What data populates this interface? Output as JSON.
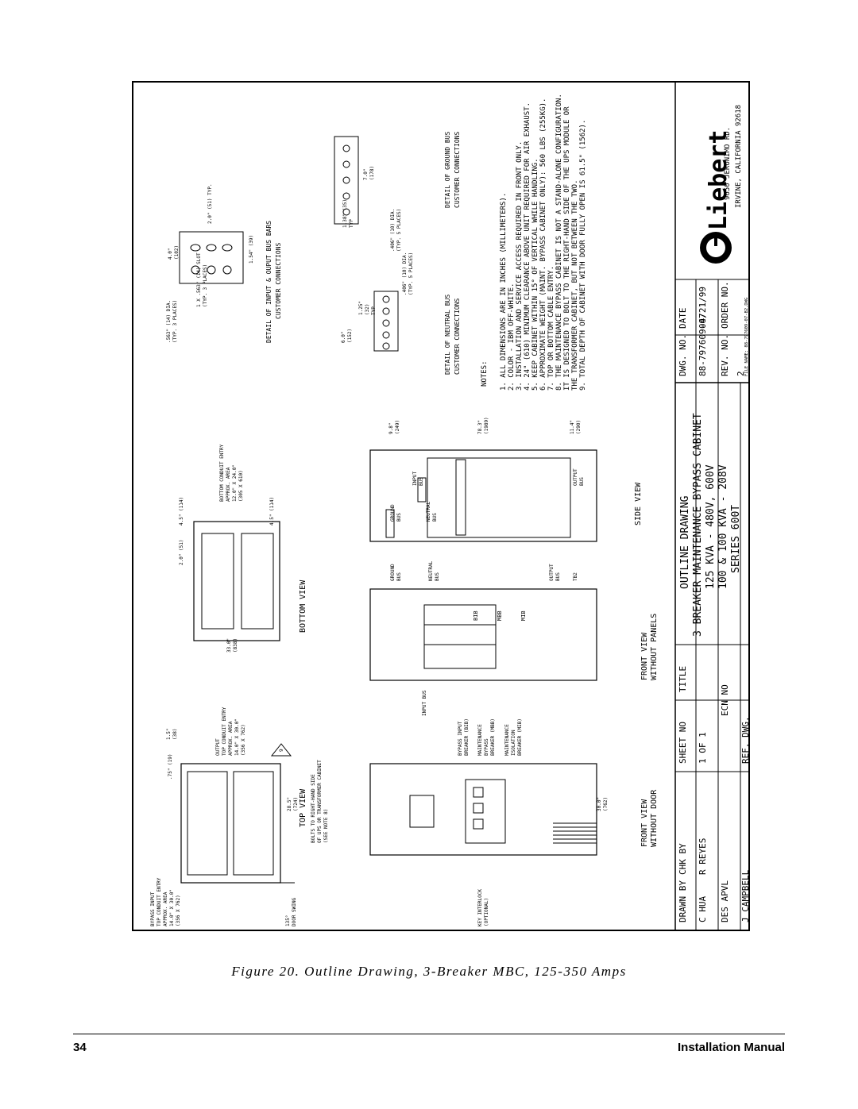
{
  "drawing": {
    "notes_heading": "NOTES:",
    "notes": [
      "1. ALL DIMENSIONS ARE IN INCHES (MILLIMETERS).",
      "2. COLOR - IBM OFF-WHITE.",
      "3. INSTALLATION AND SERVICE ACCESS REQUIRED IN FRONT ONLY.",
      "4. 24\" (610) MINIMUM CLEARANCE ABOVE UNIT REQUIRED FOR AIR EXHAUST.",
      "5. KEEP CABINET WITHIN 15° OF VERTICAL WHILE HANDLING.",
      "6. APPROXIMATE WEIGHT (MAINT. BYPASS CABINET ONLY): 560 LBS (255KG).",
      "7. TOP OR BOTTOM CABLE ENTRY.",
      "8. THE MAINTENANCE BYPASS CABINET IS NOT A STAND-ALONE CONFIGURATION.",
      "   IT IS DESIGNED TO BOLT TO THE RIGHT-HAND SIDE OF THE UPS MODULE OR",
      "   THE TRANSFORMER CABINET, BUT NOT BETWEEN THE TWO.",
      "9. TOTAL DEPTH OF CABINET WITH DOOR FULLY OPEN IS 61.5\" (1562)."
    ],
    "detail_input_output": {
      "title_1": "DETAIL OF INPUT & OUPUT BUS BARS",
      "title_2": "CUSTOMER CONNECTIONS",
      "dims": [
        ".563\" (14) DIA.",
        "(TYP. 3 PLACES)",
        "1 X .563\" (14) SLOT",
        "(TYP. 3 PLACES)",
        "4.0\"",
        "(102)",
        "2.0\" (51) TYP.",
        "1.54\" (39)"
      ]
    },
    "detail_neutral": {
      "title_1": "DETAIL OF NEUTRAL BUS",
      "title_2": "CUSTOMER CONNECTIONS",
      "dims": [
        "6.0\"",
        "(152)",
        "1.25\"",
        "(32)",
        "TYP",
        ".406\" (10) DIA.",
        "(TYP. 5 PLACES)"
      ]
    },
    "detail_ground": {
      "title_1": "DETAIL OF GROUND BUS",
      "title_2": "CUSTOMER CONNECTIONS",
      "dims": [
        "1.38\" (35)",
        "TYP",
        "7.0\"",
        "(178)",
        ".406\" (10) DIA.",
        "(TYP. 5 PLACES)"
      ]
    },
    "bottom_view": {
      "title": "BOTTOM VIEW",
      "labels": [
        "BOTTOM CONDUIT ENTRY",
        "APPROX. AREA",
        "12.0\" X 24.0\"",
        "(305 X 610)",
        "2.0\" (51)",
        "4.5\" (114)",
        "4.5\" (114)",
        "33.0\"",
        "(838)"
      ]
    },
    "top_view": {
      "title": "TOP VIEW",
      "labels": [
        "OUTPUT",
        "TOP CONDUIT ENTRY",
        "APPROX. AREA",
        "14.0\" X 30.0\"",
        "(356 X 762)",
        "1.5\"",
        "(38)",
        ".75\" (19)",
        "9",
        "28.5\"",
        "(724)",
        "BOLTS TO RIGHT-HAND SIDE",
        "OF UPS OR TRANSFORMER CABINET",
        "(SEE NOTE 8)",
        "BYPASS INPUT",
        "TOP CONDUIT ENTRY",
        "APPROX. AREA",
        "14.0\" X 30.0\"",
        "(356 X 762)",
        "135°",
        "DOOR SWING"
      ]
    },
    "side_view": {
      "title": "SIDE VIEW",
      "labels": [
        "9.8\"",
        "(249)",
        "78.3\"",
        "(1989)",
        "11.4\"",
        "(290)",
        "GROUND",
        "BUS",
        "INPUT",
        "BUS",
        "NEUTRAL",
        "BUS",
        "OUTPUT",
        "BUS"
      ]
    },
    "front_view_panels": {
      "title_1": "FRONT VIEW",
      "title_2": "WITHOUT PANELS",
      "labels": [
        "GROUND",
        "BUS",
        "NEUTRAL",
        "BUS",
        "OUTPUT",
        "BUS",
        "TB2",
        "BIB",
        "MBB",
        "MIB",
        "INPUT BUS"
      ]
    },
    "front_view_door": {
      "title_1": "FRONT VIEW",
      "title_2": "WITHOUT DOOR",
      "labels": [
        "BYPASS INPUT",
        "BREAKER (BIB)",
        "MAINTENANCE",
        "BYPASS",
        "BREAKER (MBB)",
        "MAINTENANCE",
        "ISOLATION",
        "BREAKER (MIB)",
        "30.0\"",
        "(762)",
        "KEY INTERLOCK",
        "(OPTIONAL)"
      ]
    },
    "title_block": {
      "drawn_by_label": "DRAWN BY",
      "drawn_by": "C HUA",
      "sheet_no_label": "SHEET NO",
      "sheet_no": "1 OF 1",
      "chk_by_label": "CHK BY",
      "chk_by": "R REYES",
      "ecn_no_label": "ECN NO",
      "des_apvl_label": "DES APVL",
      "des_apvl": "J CAMPBELL",
      "ref_dwg_label": "REF. DWG.",
      "title_label": "TITLE",
      "title_lines": [
        "OUTLINE DRAWING",
        "3 BREAKER MAINTENANCE BYPASS CABINET",
        "125 KVA - 480V, 600V",
        "100 & 100 KVA - 208V",
        "SERIES 600T"
      ],
      "dwg_no_label": "DWG. NO.",
      "dwg_no": "88-797609-07",
      "date_label": "DATE",
      "date": "04/21/99",
      "rev_no_label": "REV. NO.",
      "rev_no": "2",
      "order_no_label": "ORDER NO.",
      "file_name": "FILE NAME: 88-797609-07-B2.DWG",
      "company": "Liebert",
      "address_1": "9650 JERONIMO RD.",
      "address_2": "IRVINE, CALIFORNIA 92618"
    }
  },
  "caption": "Figure 20. Outline Drawing, 3-Breaker MBC, 125-350 Amps",
  "footer": {
    "page_number": "34",
    "manual_title": "Installation Manual"
  }
}
